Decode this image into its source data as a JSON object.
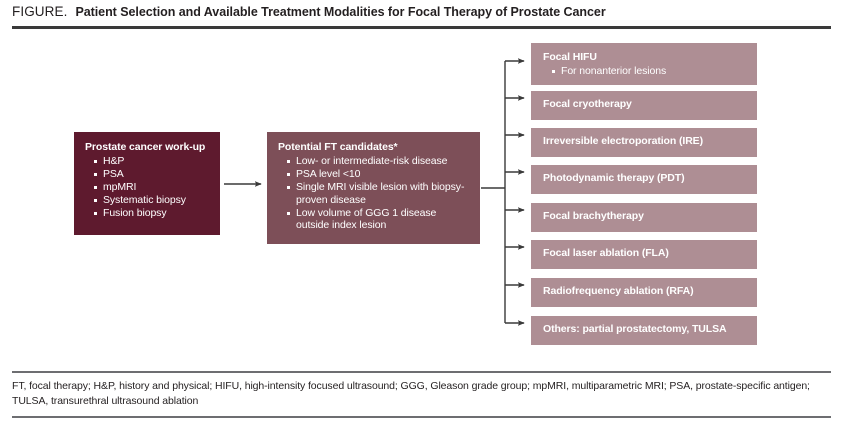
{
  "header": {
    "figure_label": "FIGURE.",
    "title": "Patient Selection and Available Treatment Modalities for Focal Therapy of Prostate Cancer",
    "rule_color": "#3a3a3a"
  },
  "colors": {
    "workup_box": "#5e1a2e",
    "candidates_box": "#7d4f58",
    "treatment_box": "#ae8e94",
    "connector": "#3a3a3a",
    "text_on_box": "#ffffff",
    "body_text": "#231f20"
  },
  "diagram": {
    "workup": {
      "heading": "Prostate cancer work-up",
      "items": [
        "H&P",
        "PSA",
        "mpMRI",
        "Systematic biopsy",
        "Fusion biopsy"
      ]
    },
    "candidates": {
      "heading": "Potential FT candidates*",
      "items": [
        "Low- or intermediate-risk disease",
        "PSA level <10",
        "Single MRI visible lesion with biopsy-proven disease",
        "Low volume of GGG 1 disease outside index lesion"
      ]
    },
    "treatments": [
      {
        "title": "Focal HIFU",
        "subitems": [
          "For nonanterior lesions"
        ]
      },
      {
        "title": "Focal cryotherapy",
        "subitems": []
      },
      {
        "title": "Irreversible electroporation (IRE)",
        "subitems": []
      },
      {
        "title": "Photodynamic therapy (PDT)",
        "subitems": []
      },
      {
        "title": "Focal brachytherapy",
        "subitems": []
      },
      {
        "title": "Focal laser ablation (FLA)",
        "subitems": []
      },
      {
        "title": "Radiofrequency ablation (RFA)",
        "subitems": []
      },
      {
        "title": "Others: partial prostatectomy, TULSA",
        "subitems": []
      }
    ]
  },
  "footnote": {
    "text": "FT, focal therapy; H&P, history and physical; HIFU, high-intensity focused ultrasound; GGG, Gleason grade group; mpMRI, multiparametric MRI; PSA, prostate-specific antigen; TULSA, transurethral ultrasound ablation"
  }
}
